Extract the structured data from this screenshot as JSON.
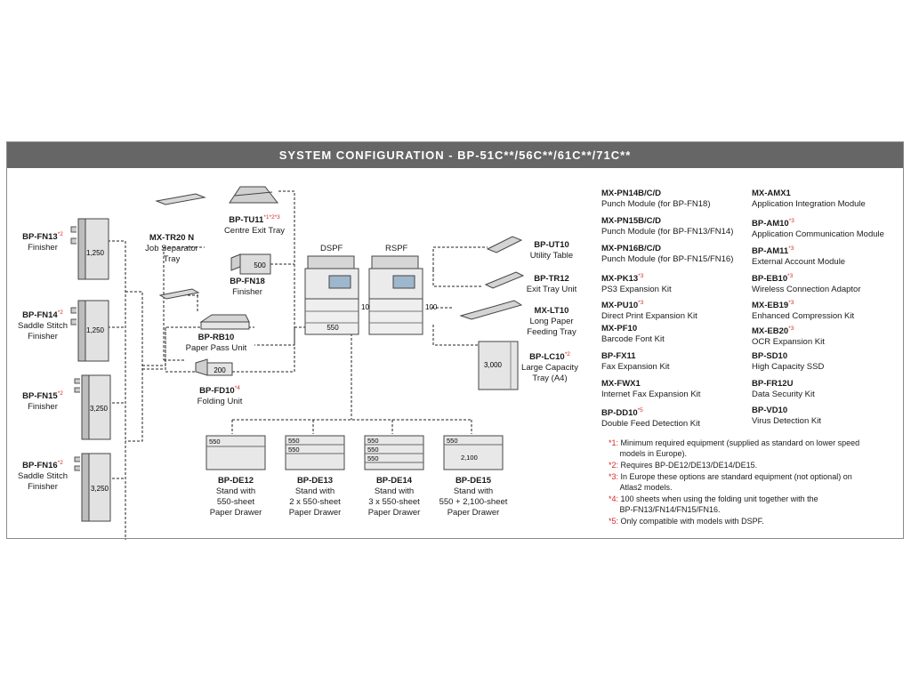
{
  "title": "SYSTEM CONFIGURATION - BP-51C**/56C**/61C**/71C**",
  "machines": {
    "dspf": "DSPF",
    "rspf": "RSPF",
    "dspf_link": "100",
    "rspf_link": "100",
    "tray_550": "550"
  },
  "finishers": [
    {
      "code": "BP-FN13",
      "sup": "*2",
      "desc": [
        "Finisher"
      ],
      "cap": "1,250"
    },
    {
      "code": "BP-FN14",
      "sup": "*2",
      "desc": [
        "Saddle Stitch",
        "Finisher"
      ],
      "cap": "1,250"
    },
    {
      "code": "BP-FN15",
      "sup": "*2",
      "desc": [
        "Finisher"
      ],
      "cap": "3,250"
    },
    {
      "code": "BP-FN16",
      "sup": "*2",
      "desc": [
        "Saddle Stitch",
        "Finisher"
      ],
      "cap": "3,250"
    }
  ],
  "inner": {
    "tu11": {
      "code": "BP-TU11",
      "sup": "*1*2*3",
      "desc": "Centre Exit Tray"
    },
    "tr20": {
      "code": "MX-TR20 N",
      "desc": [
        "Job Separator",
        "Tray"
      ]
    },
    "fn18": {
      "code": "BP-FN18",
      "desc": "Finisher",
      "cap": "500"
    },
    "rb10": {
      "code": "BP-RB10",
      "desc": "Paper Pass Unit"
    },
    "fd10": {
      "code": "BP-FD10",
      "sup": "*4",
      "desc": "Folding Unit",
      "cap": "200"
    }
  },
  "right_units": [
    {
      "code": "BP-UT10",
      "sup": "",
      "desc": [
        "Utility Table"
      ]
    },
    {
      "code": "BP-TR12",
      "sup": "",
      "desc": [
        "Exit Tray Unit"
      ]
    },
    {
      "code": "MX-LT10",
      "sup": "",
      "desc": [
        "Long Paper",
        "Feeding Tray"
      ]
    },
    {
      "code": "BP-LC10",
      "sup": "*2",
      "desc": [
        "Large Capacity",
        "Tray (A4)"
      ],
      "cap": "3,000"
    }
  ],
  "stands": [
    {
      "code": "BP-DE12",
      "desc": [
        "Stand with",
        "550-sheet",
        "Paper Drawer"
      ],
      "drawers": [
        "550"
      ]
    },
    {
      "code": "BP-DE13",
      "desc": [
        "Stand with",
        "2 x 550-sheet",
        "Paper Drawer"
      ],
      "drawers": [
        "550",
        "550"
      ]
    },
    {
      "code": "BP-DE14",
      "desc": [
        "Stand with",
        "3 x 550-sheet",
        "Paper Drawer"
      ],
      "drawers": [
        "550",
        "550",
        "550"
      ]
    },
    {
      "code": "BP-DE15",
      "desc": [
        "Stand with",
        "550 + 2,100-sheet",
        "Paper Drawer"
      ],
      "drawers": [
        "550",
        "2,100"
      ]
    }
  ],
  "options_col1": [
    {
      "code": "MX-PN14B/C/D",
      "sup": "",
      "desc": "Punch Module (for BP-FN18)"
    },
    {
      "code": "MX-PN15B/C/D",
      "sup": "",
      "desc": "Punch Module (for BP-FN13/FN14)"
    },
    {
      "code": "MX-PN16B/C/D",
      "sup": "",
      "desc": "Punch Module (for BP-FN15/FN16)"
    },
    {
      "code": "MX-PK13",
      "sup": "*3",
      "desc": "PS3 Expansion Kit"
    },
    {
      "code": "MX-PU10",
      "sup": "*3",
      "desc": "Direct Print Expansion Kit"
    },
    {
      "code": "MX-PF10",
      "sup": "",
      "desc": "Barcode Font Kit"
    },
    {
      "code": "BP-FX11",
      "sup": "",
      "desc": "Fax Expansion Kit"
    },
    {
      "code": "MX-FWX1",
      "sup": "",
      "desc": "Internet Fax Expansion Kit"
    },
    {
      "code": "BP-DD10",
      "sup": "*5",
      "desc": "Double Feed Detection Kit"
    }
  ],
  "options_col2": [
    {
      "code": "MX-AMX1",
      "sup": "",
      "desc": "Application Integration Module"
    },
    {
      "code": "BP-AM10",
      "sup": "*3",
      "desc": "Application Communication Module"
    },
    {
      "code": "BP-AM11",
      "sup": "*3",
      "desc": "External Account Module"
    },
    {
      "code": "BP-EB10",
      "sup": "*3",
      "desc": "Wireless Connection Adaptor"
    },
    {
      "code": "MX-EB19",
      "sup": "*3",
      "desc": "Enhanced Compression Kit"
    },
    {
      "code": "MX-EB20",
      "sup": "*3",
      "desc": "OCR Expansion Kit"
    },
    {
      "code": "BP-SD10",
      "sup": "",
      "desc": "High Capacity SSD"
    },
    {
      "code": "BP-FR12U",
      "sup": "",
      "desc": "Data Security Kit"
    },
    {
      "code": "BP-VD10",
      "sup": "",
      "desc": "Virus Detection Kit"
    }
  ],
  "notes": [
    {
      "mark": "*1:",
      "lines": [
        "Minimum required equipment (supplied as standard on lower speed",
        "models in Europe)."
      ]
    },
    {
      "mark": "*2:",
      "lines": [
        "Requires BP-DE12/DE13/DE14/DE15."
      ]
    },
    {
      "mark": "*3:",
      "lines": [
        "In Europe these options are standard equipment (not optional) on",
        "Atlas2 models."
      ]
    },
    {
      "mark": "*4:",
      "lines": [
        "100 sheets when using the folding unit together with the",
        "BP-FN13/FN14/FN15/FN16."
      ]
    },
    {
      "mark": "*5:",
      "lines": [
        "Only compatible with models with DSPF."
      ]
    }
  ]
}
